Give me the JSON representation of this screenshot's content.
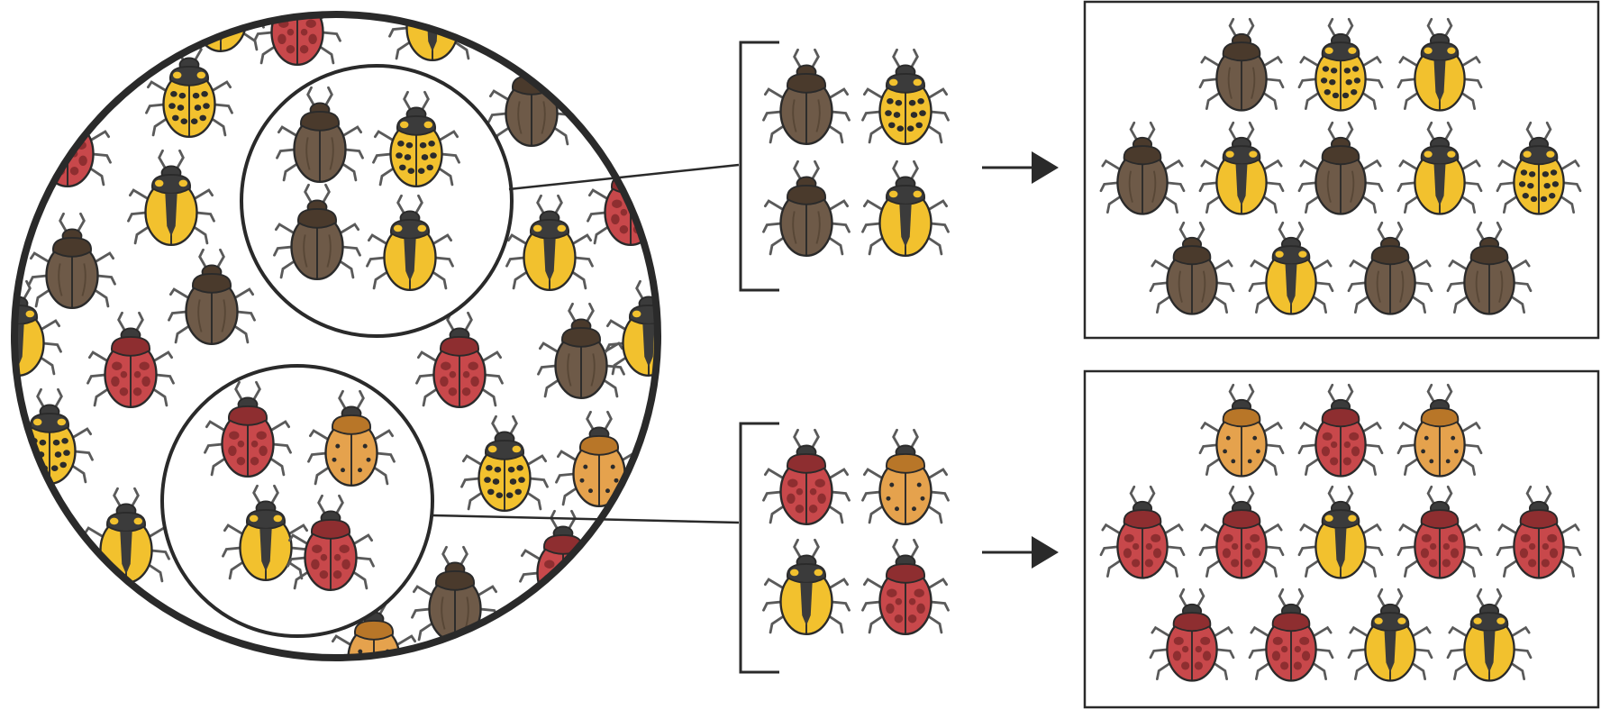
{
  "colors": {
    "background": "#ffffff",
    "outline": "#2a2a2a",
    "brown": "#6e5a48",
    "brown_dark": "#4a3a2c",
    "yellow": "#f2c12e",
    "yellow_dark": "#c99a12",
    "red": "#c8484b",
    "red_dark": "#8e2e30",
    "orange": "#e5a24d",
    "orange_dark": "#b87628",
    "pronotum": "#3b3b3b",
    "spot": "#2b2b2b",
    "legs": "#5a5a5a"
  },
  "beetle_types": [
    "brown-beetle",
    "yellow-spotted-beetle",
    "yellow-striped-beetle",
    "red-beetle",
    "orange-beetle"
  ],
  "population": {
    "name": "original-population",
    "beetle_count": 22
  },
  "sample_top": {
    "name": "founder-sample-top",
    "beetles": [
      "brown",
      "yellow-spotted",
      "brown",
      "yellow-striped"
    ]
  },
  "sample_bottom": {
    "name": "founder-sample-bottom",
    "beetles": [
      "red",
      "orange",
      "yellow-striped",
      "red"
    ]
  },
  "new_population_top": {
    "name": "new-population-top",
    "rows": [
      [
        "brown",
        "yellow-spotted",
        "yellow-striped"
      ],
      [
        "brown",
        "yellow-striped",
        "brown",
        "yellow-striped",
        "yellow-spotted"
      ],
      [
        "brown",
        "yellow-striped",
        "brown",
        "brown"
      ]
    ]
  },
  "new_population_bottom": {
    "name": "new-population-bottom",
    "rows": [
      [
        "orange",
        "red",
        "orange"
      ],
      [
        "red",
        "red",
        "yellow-striped",
        "red",
        "red"
      ],
      [
        "red",
        "red",
        "yellow-striped",
        "yellow-striped"
      ]
    ]
  }
}
